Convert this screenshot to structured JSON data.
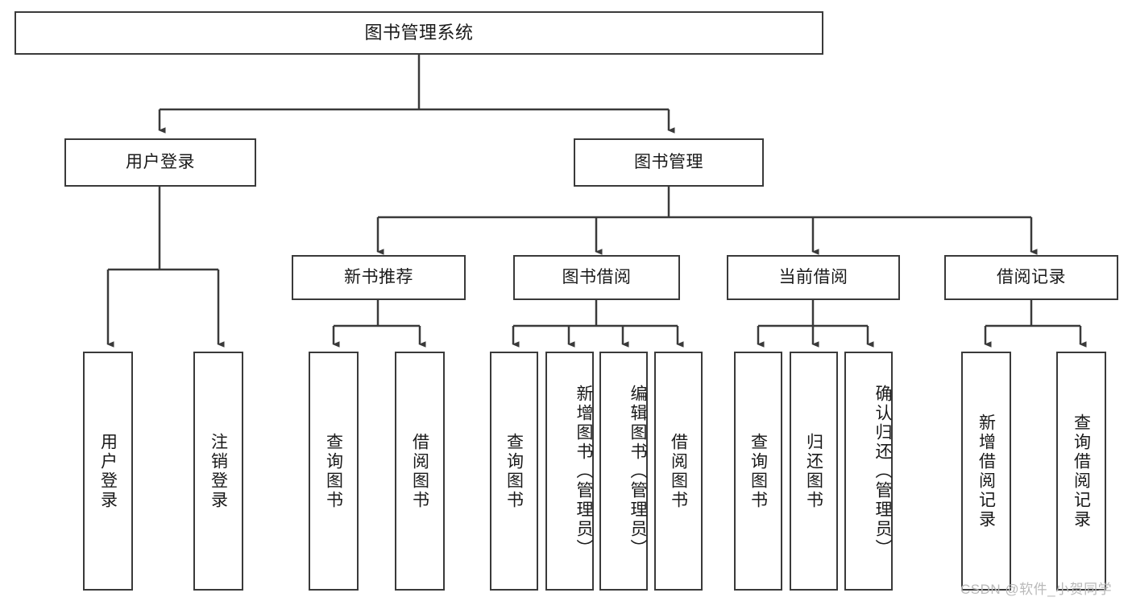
{
  "diagram": {
    "title": "图书管理系统",
    "root": {
      "label": "图书管理系统"
    },
    "level1": {
      "user": {
        "label": "用户登录"
      },
      "book": {
        "label": "图书管理"
      }
    },
    "level2": {
      "newbook": {
        "label": "新书推荐"
      },
      "borrow": {
        "label": "图书借阅"
      },
      "current": {
        "label": "当前借阅"
      },
      "record": {
        "label": "借阅记录"
      }
    },
    "leaves": {
      "user_login": {
        "label": "用户登录"
      },
      "user_logout": {
        "label": "注销登录"
      },
      "newbook_query": {
        "label": "查询图书"
      },
      "newbook_borrow": {
        "label": "借阅图书"
      },
      "borrow_query": {
        "label": "查询图书"
      },
      "borrow_add": {
        "label": "新增图书（管理员）"
      },
      "borrow_edit": {
        "label": "编辑图书（管理员）"
      },
      "borrow_lend": {
        "label": "借阅图书"
      },
      "current_query": {
        "label": "查询图书"
      },
      "current_return": {
        "label": "归还图书"
      },
      "current_confirm": {
        "label": "确认归还（管理员）"
      },
      "record_add": {
        "label": "新增借阅记录"
      },
      "record_query": {
        "label": "查询借阅记录"
      }
    },
    "watermark": {
      "text": "CSDN @软件_小贺同学"
    },
    "colors": {
      "stroke": "#3a3a3a",
      "text": "#1a1a1a",
      "background": "#ffffff",
      "watermark": "#b9b9b9"
    }
  }
}
